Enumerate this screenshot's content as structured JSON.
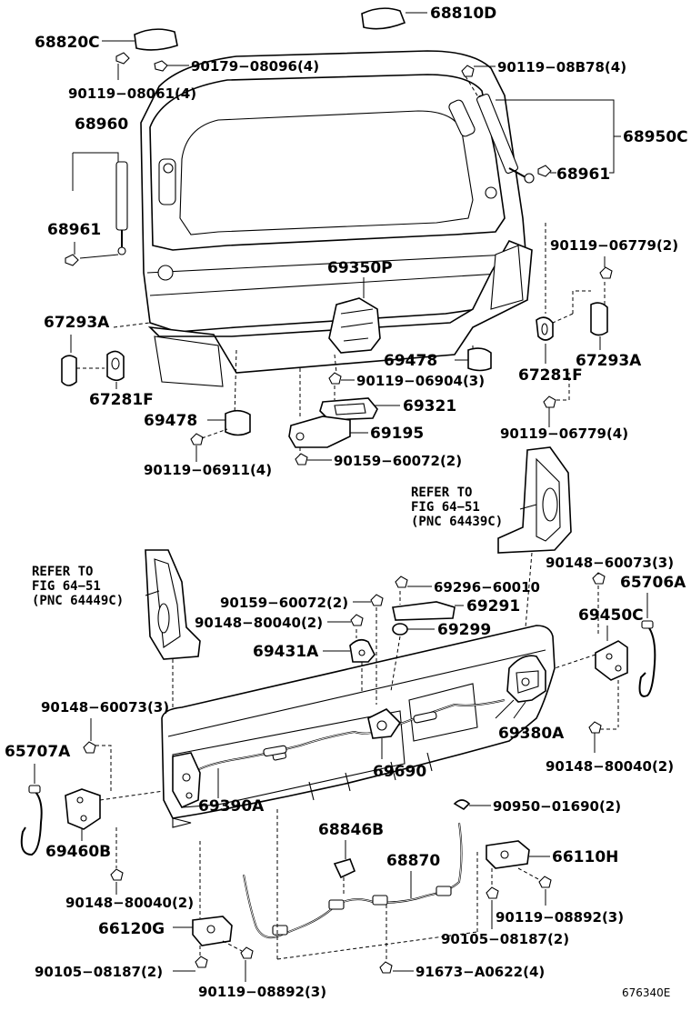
{
  "labels": {
    "p68810D": "68810D",
    "p68820C": "68820C",
    "p90179_08096": "90179−08096(4)",
    "p90119_08B78": "90119−08B78(4)",
    "p90119_08061": "90119−08061(4)",
    "p68960": "68960",
    "p68950C": "68950C",
    "p68961_right": "68961",
    "p68961_left": "68961",
    "p90119_06779_2": "90119−06779(2)",
    "p69350P": "69350P",
    "p67293A_left": "67293A",
    "p69478_right": "69478",
    "p67293A_right": "67293A",
    "p90119_06904": "90119−06904(3)",
    "p67281F_right": "67281F",
    "p67281F_left": "67281F",
    "p69321": "69321",
    "p69478_left": "69478",
    "p90119_06779_4": "90119−06779(4)",
    "p69195": "69195",
    "p90119_06911": "90119−06911(4)",
    "p90159_60072_top": "90159−60072(2)",
    "ref_right_1": "REFER TO",
    "ref_right_2": "FIG 64−51",
    "ref_right_3": "(PNC 64439C)",
    "p90148_60073_right": "90148−60073(3)",
    "ref_left_1": "REFER TO",
    "ref_left_2": "FIG 64−51",
    "ref_left_3": "(PNC 64449C)",
    "p69296_60010": "69296−60010",
    "p65706A": "65706A",
    "p90159_60072_mid": "90159−60072(2)",
    "p69291": "69291",
    "p90148_80040_mid": "90148−80040(2)",
    "p69299": "69299",
    "p69450C": "69450C",
    "p69431A": "69431A",
    "p90148_60073_left": "90148−60073(3)",
    "p69380A": "69380A",
    "p65707A": "65707A",
    "p90148_80040_right": "90148−80040(2)",
    "p69690": "69690",
    "p69390A": "69390A",
    "p90950_01690": "90950−01690(2)",
    "p69460B": "69460B",
    "p68846B": "68846B",
    "p68870": "68870",
    "p66110H": "66110H",
    "p90148_80040_left": "90148−80040(2)",
    "p90119_08892_right": "90119−08892(3)",
    "p66120G": "66120G",
    "p90105_08187_right": "90105−08187(2)",
    "p90105_08187_left": "90105−08187(2)",
    "p91673_A0622": "91673−A0622(4)",
    "p90119_08892_left": "90119−08892(3)",
    "drawing_code": "676340E"
  },
  "colors": {
    "ink": "#000000",
    "paper": "#ffffff"
  }
}
